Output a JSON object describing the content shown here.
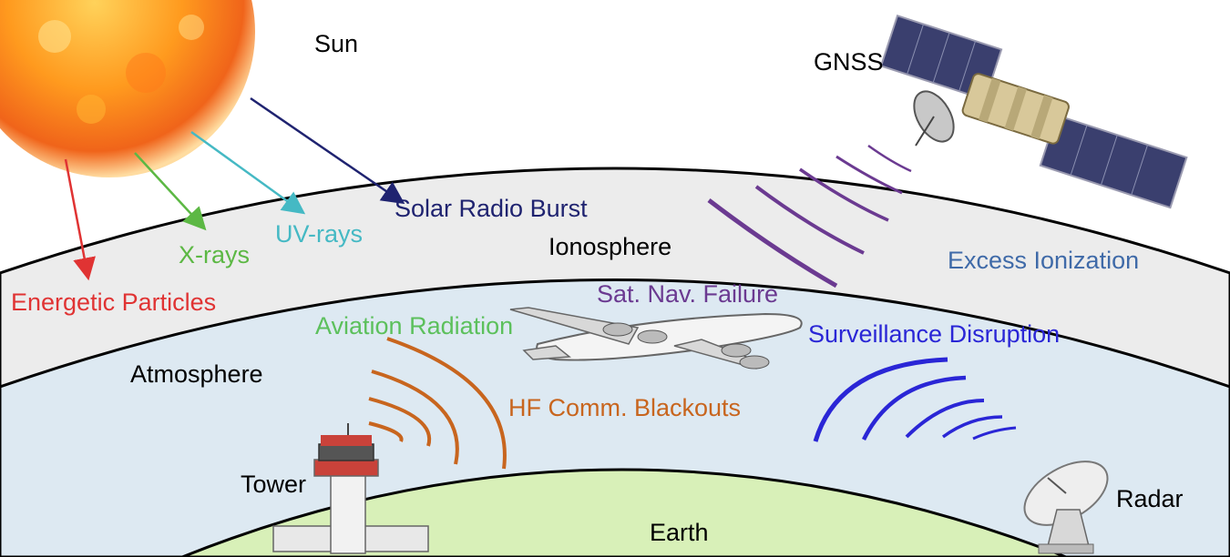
{
  "labels": {
    "sun": "Sun",
    "gnss": "GNSS",
    "solar_radio_burst": "Solar Radio Burst",
    "ionosphere": "Ionosphere",
    "x_rays": "X-rays",
    "uv_rays": "UV-rays",
    "excess_ionization": "Excess Ionization",
    "energetic_particles": "Energetic Particles",
    "sat_nav_failure": "Sat. Nav. Failure",
    "aviation_radiation": "Aviation Radiation",
    "surveillance_disruption": "Surveillance Disruption",
    "atmosphere": "Atmosphere",
    "hf_comm_blackouts": "HF Comm. Blackouts",
    "tower": "Tower",
    "radar": "Radar",
    "earth": "Earth"
  },
  "colors": {
    "energetic_particles": "#e03333",
    "x_rays": "#5cb844",
    "uv_rays": "#45b9c4",
    "solar_radio_burst": "#1f2370",
    "sat_nav_failure": "#6b3a91",
    "excess_ionization": "#3f6aa8",
    "aviation_radiation": "#5cc05c",
    "hf_comm_blackouts": "#c8651e",
    "surveillance_disruption": "#2a26d6",
    "ionosphere_fill": "#ececec",
    "atmosphere_fill": "#dde9f2",
    "earth_fill": "#d8f0b8"
  },
  "icons": {
    "sun": "sun-icon",
    "satellite": "satellite-icon",
    "airplane": "airplane-icon",
    "tower": "control-tower-icon",
    "radar": "radar-dish-icon"
  }
}
